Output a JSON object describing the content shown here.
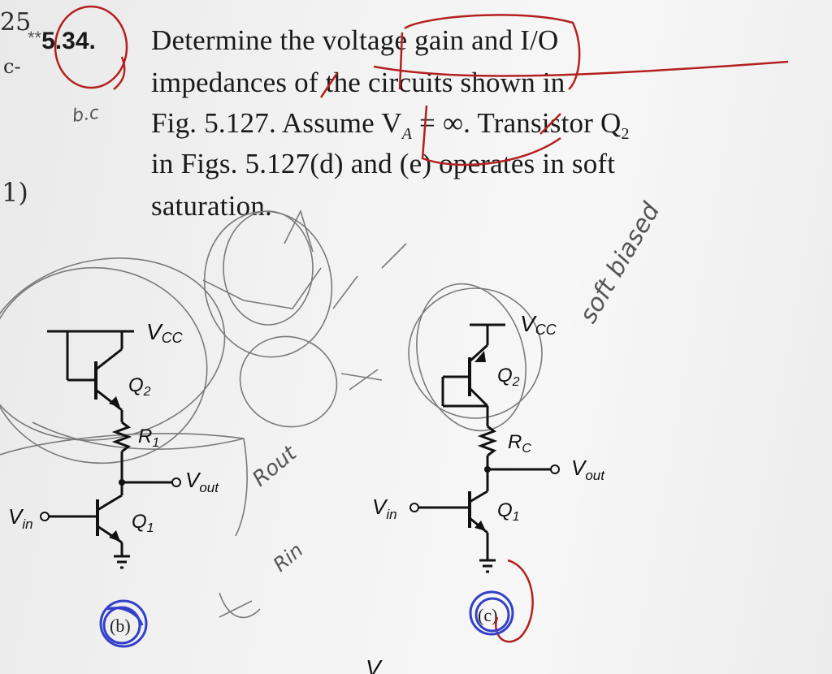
{
  "margin": {
    "top_left": "25",
    "left_fragment": "c-",
    "eq_ref": "1)"
  },
  "problem": {
    "stars": "**",
    "number": "5.34.",
    "lines": [
      "Determine  the  voltage  gain  and  I/O",
      "impedances  of  the  circuits  shown  in",
      "Fig. 5.127. Assume V",
      "in  Figs.  5.127(d)  and  (e)  operates  in  soft",
      "saturation."
    ],
    "assume_tail": " = ∞. Transistor Q",
    "va_subscript": "A",
    "q2_subscript": "2"
  },
  "circuit_b": {
    "vcc": "V",
    "vcc_sub": "CC",
    "q2": "Q",
    "q2_sub": "2",
    "r1": "R",
    "r1_sub": "1",
    "vout": "V",
    "vout_sub": "out",
    "vin": "V",
    "vin_sub": "in",
    "q1": "Q",
    "q1_sub": "1",
    "caption": "(b)"
  },
  "circuit_c": {
    "vcc": "V",
    "vcc_sub": "CC",
    "q2": "Q",
    "q2_sub": "2",
    "rc": "R",
    "rc_sub": "C",
    "vout": "V",
    "vout_sub": "out",
    "vin": "V",
    "vin_sub": "in",
    "q1": "Q",
    "q1_sub": "1",
    "caption": "(c)"
  },
  "handwriting": {
    "bc": "b.c",
    "soft_biased": "soft biased",
    "rout": "Rout",
    "rin": "Rin"
  },
  "bottom_cut_text": "V",
  "colors": {
    "red_ink": "#b3201f",
    "blue_ink": "#3340c8",
    "pencil": "#6b6b6b"
  }
}
